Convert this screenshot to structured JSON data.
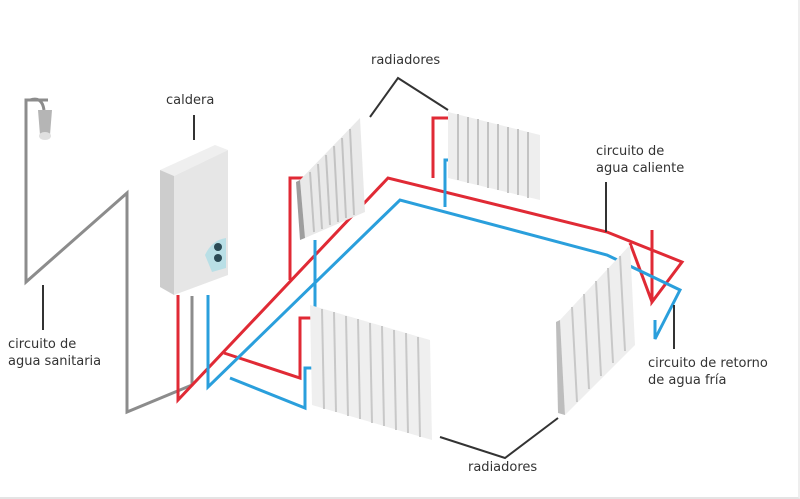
{
  "diagram": {
    "labels": {
      "caldera": "caldera",
      "radiadores_top": "radiadores",
      "radiadores_bottom": "radiadores",
      "sanitaria_line1": "circuito de",
      "sanitaria_line2": "agua sanitaria",
      "caliente_line1": "circuito de",
      "caliente_line2": "agua caliente",
      "retorno_line1": "circuito de retorno",
      "retorno_line2": "de agua fría"
    },
    "colors": {
      "hot_pipe": "#e02a35",
      "cold_pipe": "#2a9fdc",
      "sanitary_pipe": "#8c8c8c",
      "leader_line": "#333333",
      "radiator_light": "#f2f2f2",
      "radiator_shade": "#c8c8c8"
    }
  }
}
